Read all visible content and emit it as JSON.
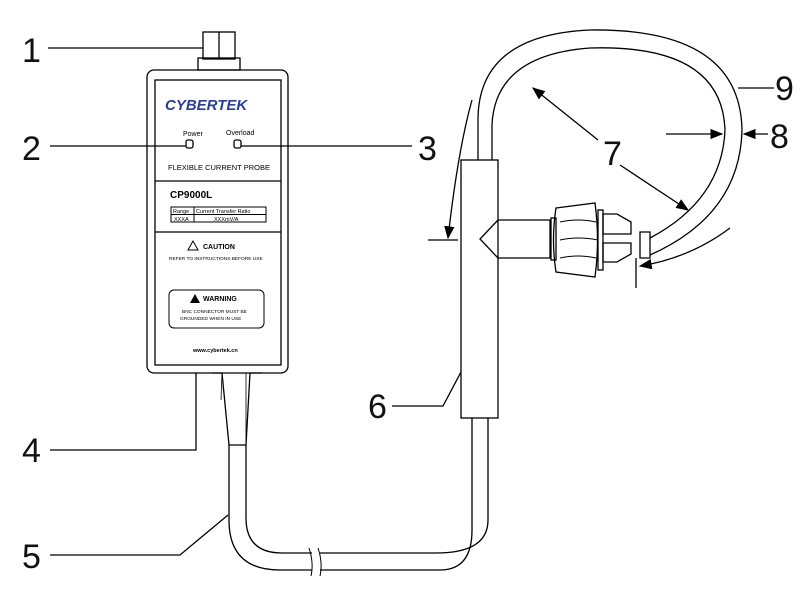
{
  "callouts": [
    "1",
    "2",
    "3",
    "4",
    "5",
    "6",
    "7",
    "8",
    "9"
  ],
  "device": {
    "brand": "CYBERTEK",
    "power_label": "Power",
    "overload_label": "Overload",
    "product_type": "FLEXIBLE CURRENT PROBE",
    "model": "CP9000L",
    "table_headers": [
      "Range",
      "Current Transfer Ratio"
    ],
    "table_values": [
      "XXXA",
      "XXXmV/A"
    ],
    "caution_title": "CAUTION",
    "caution_text": "REFER TO INSTRUCTIONS BEFORE USE",
    "warning_title": "WARNING",
    "warning_line1": "BNC CONNECTOR MUST BE",
    "warning_line2": "GROUNDED WHEN IN USE",
    "website": "www.cybertek.cn"
  },
  "colors": {
    "brand": "#2a3f9a"
  }
}
